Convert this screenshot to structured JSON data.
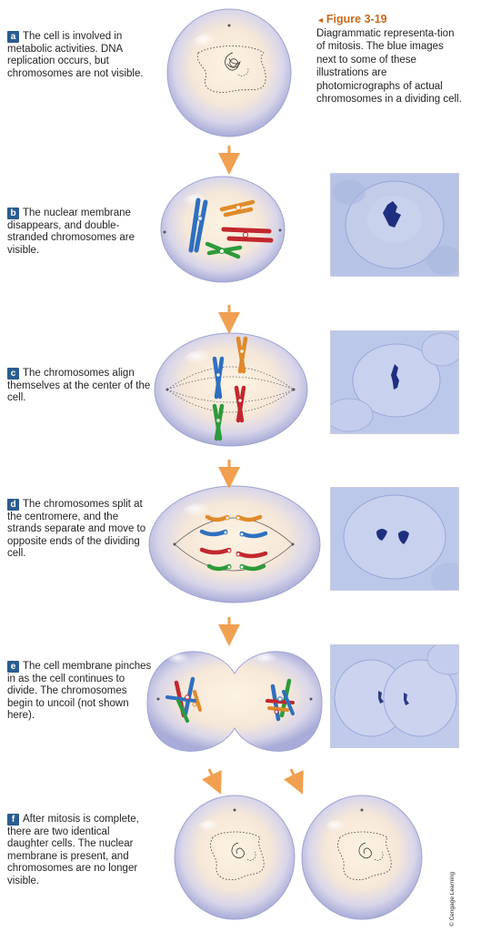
{
  "caption": {
    "figure": "Figure 3-19",
    "text": "Diagrammatic representa-tion of mitosis. The blue images next to some of these illustrations are photomicrographs of actual chromosomes in a dividing cell."
  },
  "steps": [
    {
      "letter": "a",
      "text": "The cell is involved in metabolic activities. DNA replication occurs, but chromosomes are not visible."
    },
    {
      "letter": "b",
      "text": "The nuclear membrane disappears, and double-stranded chromosomes are visible."
    },
    {
      "letter": "c",
      "text": "The chromosomes align themselves at the center of the cell."
    },
    {
      "letter": "d",
      "text": "The chromosomes split at the centromere, and the strands separate and move to opposite ends of the dividing cell."
    },
    {
      "letter": "e",
      "text": "The cell membrane pinches in as the cell continues to divide. The chromosomes begin to uncoil (not shown here)."
    },
    {
      "letter": "f",
      "text": "After mitosis is complete, there are two identical daughter cells. The nuclear membrane is present, and chromosomes are no longer visible."
    }
  ],
  "credit": "© Cengage Learning",
  "colors": {
    "badge": "#2a5d8f",
    "arrow": "#f0a050",
    "figure_title": "#c96a1c",
    "cell_outer": "#b9bde0",
    "cell_inner": "#fbeed8",
    "micrograph": "#b7c3e6",
    "chromosome_blue": "#2f6fc0",
    "chromosome_orange": "#e08a2a",
    "chromosome_red": "#c2272d",
    "chromosome_green": "#2e9a3a"
  }
}
